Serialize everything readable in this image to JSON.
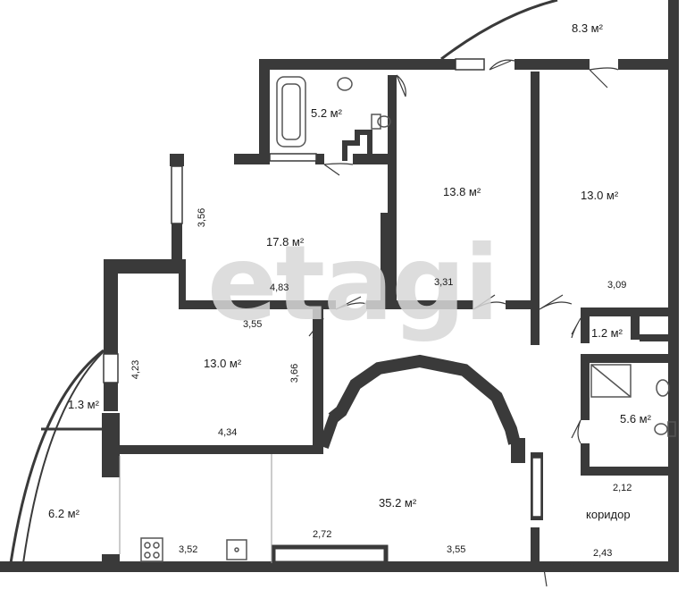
{
  "rooms": [
    {
      "key": "top",
      "area": "8.3 м²"
    },
    {
      "key": "bathroom",
      "area": "5.2 м²"
    },
    {
      "key": "room_17",
      "area": "17.8 м²"
    },
    {
      "key": "room_138",
      "area": "13.8 м²"
    },
    {
      "key": "room_130_right",
      "area": "13.0 м²"
    },
    {
      "key": "wc_small",
      "area": "1.2 м²"
    },
    {
      "key": "room_130_left",
      "area": "13.0 м²"
    },
    {
      "key": "balcony_small",
      "area": "1.3 м²"
    },
    {
      "key": "shower",
      "area": "5.6 м²"
    },
    {
      "key": "living",
      "area": "35.2 м²"
    },
    {
      "key": "balcony_large",
      "area": "6.2 м²"
    },
    {
      "key": "corridor",
      "area": "коридор"
    }
  ],
  "dimensions": {
    "d356": "3,56",
    "d483": "4,83",
    "d331": "3,31",
    "d309": "3,09",
    "d355a": "3,55",
    "d423": "4,23",
    "d366": "3,66",
    "d434": "4,34",
    "d212": "2,12",
    "d272": "2,72",
    "d352": "3,52",
    "d355b": "3,55",
    "d243": "2,43"
  },
  "watermark": "etagi",
  "colors": {
    "wall": "#3a3a3a",
    "thin": "#9a9a9a",
    "watermark": "#d8d8d8"
  }
}
